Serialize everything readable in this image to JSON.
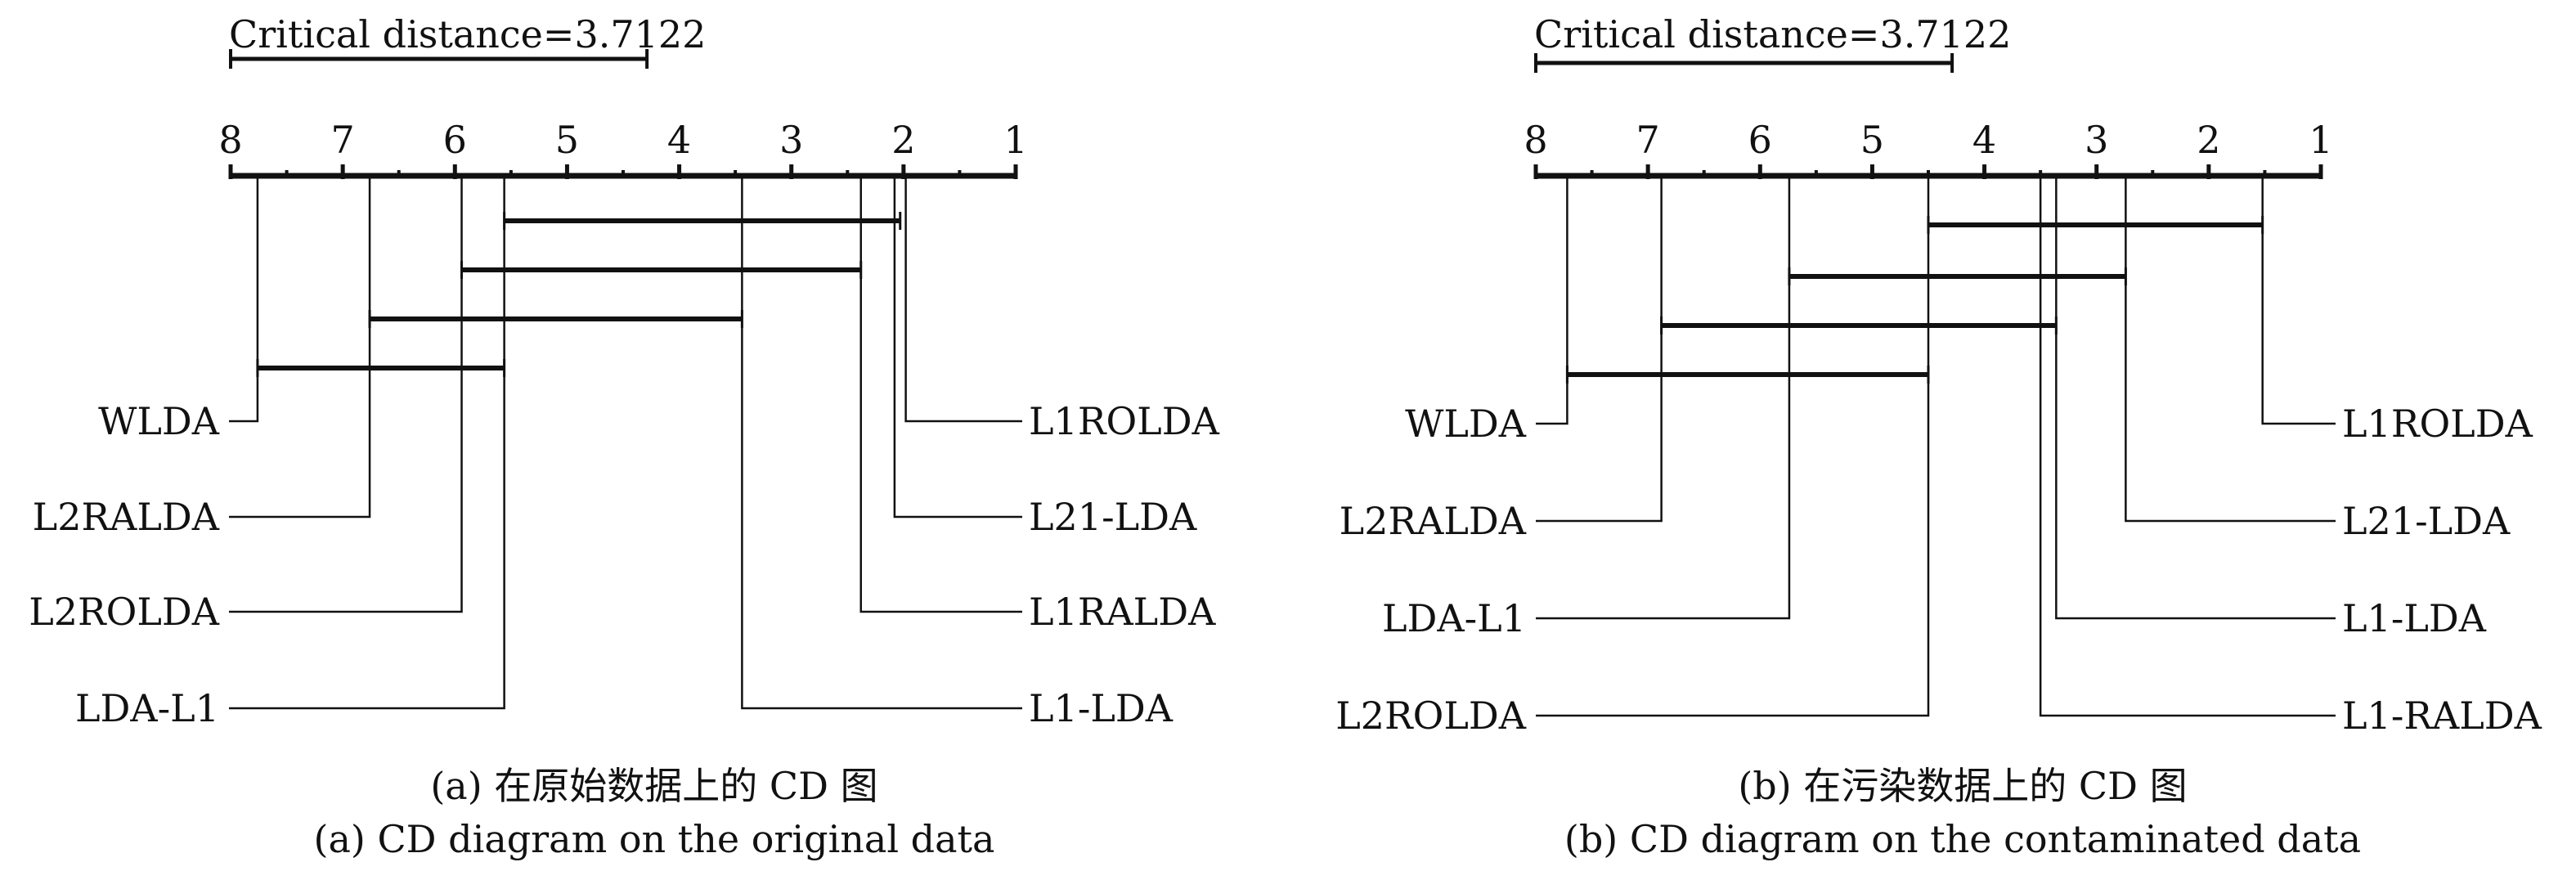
{
  "panels": [
    {
      "id": "a",
      "cd_label": "Critical distance=3.7122",
      "cd_value": 3.7122,
      "axis_ticks": [
        8,
        7,
        6,
        5,
        4,
        3,
        2,
        1
      ],
      "axis_range": [
        1,
        8
      ],
      "left_methods": [
        {
          "name": "WLDA",
          "rank": 7.76
        },
        {
          "name": "L2RALDA",
          "rank": 6.76
        },
        {
          "name": "L2ROLDA",
          "rank": 5.94
        },
        {
          "name": "LDA-L1",
          "rank": 5.56
        }
      ],
      "right_methods": [
        {
          "name": "L1ROLDA",
          "rank": 1.98
        },
        {
          "name": "L21-LDA",
          "rank": 2.08
        },
        {
          "name": "L1RALDA",
          "rank": 2.38
        },
        {
          "name": "L1-LDA",
          "rank": 3.44
        }
      ],
      "cliques": [
        [
          5.56,
          2.03
        ],
        [
          5.94,
          2.38
        ],
        [
          6.76,
          3.44
        ],
        [
          7.76,
          5.56
        ]
      ],
      "caption_cn": "(a) 在原始数据上的 CD 图",
      "caption_en": "(a) CD diagram on the original data"
    },
    {
      "id": "b",
      "cd_label": "Critical distance=3.7122",
      "cd_value": 3.7122,
      "axis_ticks": [
        8,
        7,
        6,
        5,
        4,
        3,
        2,
        1
      ],
      "axis_range": [
        1,
        8
      ],
      "left_methods": [
        {
          "name": "WLDA",
          "rank": 7.72
        },
        {
          "name": "L2RALDA",
          "rank": 6.88
        },
        {
          "name": "LDA-L1",
          "rank": 5.74
        },
        {
          "name": "L2ROLDA",
          "rank": 4.5
        }
      ],
      "right_methods": [
        {
          "name": "L1ROLDA",
          "rank": 1.52
        },
        {
          "name": "L21-LDA",
          "rank": 2.74
        },
        {
          "name": "L1-LDA",
          "rank": 3.36
        },
        {
          "name": "L1-RALDA",
          "rank": 3.5
        }
      ],
      "cliques": [
        [
          4.5,
          1.52
        ],
        [
          5.74,
          2.74
        ],
        [
          6.88,
          3.36
        ],
        [
          7.72,
          4.5
        ]
      ],
      "caption_cn": "(b) 在污染数据上的 CD 图",
      "caption_en": "(b) CD diagram on the contaminated data"
    }
  ]
}
